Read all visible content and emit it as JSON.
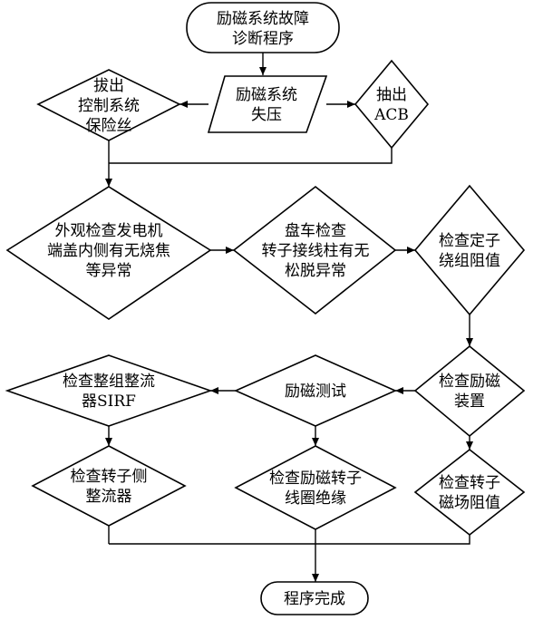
{
  "nodes": {
    "start": [
      "励磁系统故障",
      "诊断程序"
    ],
    "pull_fuse": [
      "拔出",
      "控制系统",
      "保险丝"
    ],
    "lose_voltage": [
      "励磁系统",
      "失压"
    ],
    "pull_acb": [
      "抽出",
      "ACB"
    ],
    "check_end_cover": [
      "外观检查发电机",
      "端盖内侧有无烧焦",
      "等异常"
    ],
    "turn_check": [
      "盘车检查",
      "转子接线柱有无",
      "松脱异常"
    ],
    "stator_resist": [
      "检查定子",
      "绕组阻值"
    ],
    "check_sirf": [
      "检查整组整流",
      "器SIRF"
    ],
    "excitation_test": [
      "励磁测试"
    ],
    "check_exciter": [
      "检查励磁",
      "装置"
    ],
    "rotor_rectifier": [
      "检查转子侧",
      "整流器"
    ],
    "exciter_rotor_insulation": [
      "检查励磁转子",
      "线圈绝缘"
    ],
    "rotor_field_resist": [
      "检查转子",
      "磁场阻值"
    ],
    "end": [
      "程序完成"
    ]
  }
}
